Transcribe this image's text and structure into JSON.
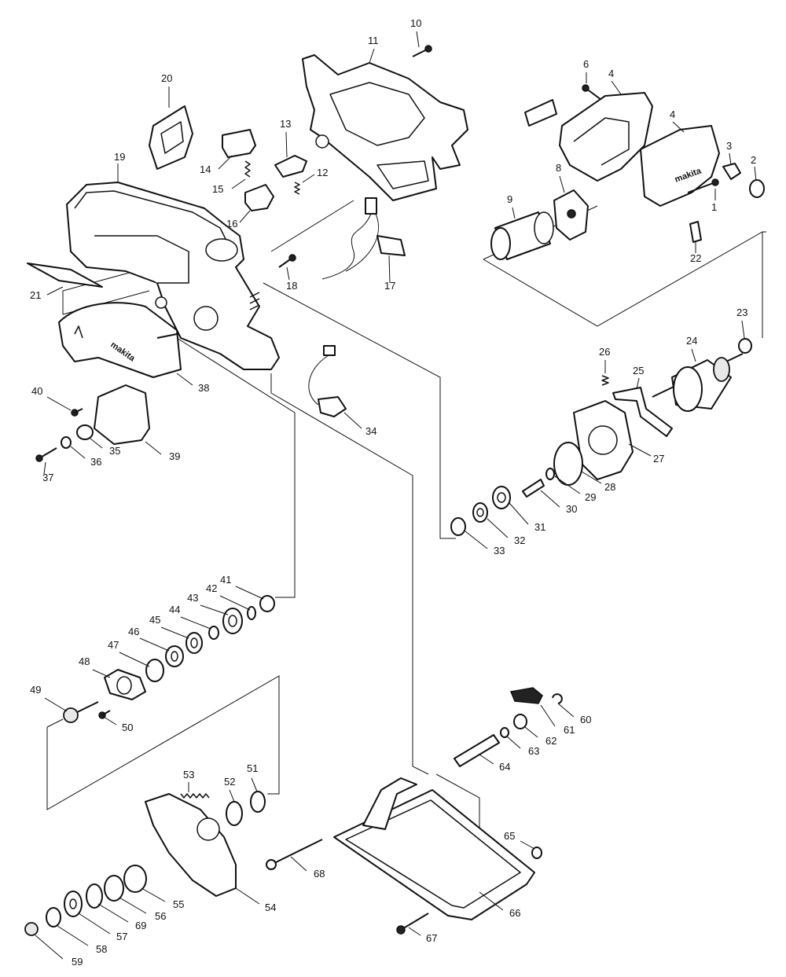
{
  "callouts": [
    {
      "n": "1"
    },
    {
      "n": "2"
    },
    {
      "n": "3"
    },
    {
      "n": "4"
    },
    {
      "n": "4"
    },
    {
      "n": "6"
    },
    {
      "n": "8"
    },
    {
      "n": "9"
    },
    {
      "n": "10"
    },
    {
      "n": "11"
    },
    {
      "n": "12"
    },
    {
      "n": "13"
    },
    {
      "n": "14"
    },
    {
      "n": "15"
    },
    {
      "n": "16"
    },
    {
      "n": "17"
    },
    {
      "n": "18"
    },
    {
      "n": "19"
    },
    {
      "n": "20"
    },
    {
      "n": "21"
    },
    {
      "n": "22"
    },
    {
      "n": "23"
    },
    {
      "n": "24"
    },
    {
      "n": "25"
    },
    {
      "n": "26"
    },
    {
      "n": "27"
    },
    {
      "n": "28"
    },
    {
      "n": "29"
    },
    {
      "n": "30"
    },
    {
      "n": "31"
    },
    {
      "n": "32"
    },
    {
      "n": "33"
    },
    {
      "n": "34"
    },
    {
      "n": "35"
    },
    {
      "n": "36"
    },
    {
      "n": "37"
    },
    {
      "n": "38"
    },
    {
      "n": "39"
    },
    {
      "n": "40"
    },
    {
      "n": "41"
    },
    {
      "n": "42"
    },
    {
      "n": "43"
    },
    {
      "n": "44"
    },
    {
      "n": "45"
    },
    {
      "n": "46"
    },
    {
      "n": "47"
    },
    {
      "n": "48"
    },
    {
      "n": "49"
    },
    {
      "n": "50"
    },
    {
      "n": "51"
    },
    {
      "n": "52"
    },
    {
      "n": "53"
    },
    {
      "n": "54"
    },
    {
      "n": "55"
    },
    {
      "n": "56"
    },
    {
      "n": "57"
    },
    {
      "n": "58"
    },
    {
      "n": "59"
    },
    {
      "n": "60"
    },
    {
      "n": "61"
    },
    {
      "n": "62"
    },
    {
      "n": "63"
    },
    {
      "n": "64"
    },
    {
      "n": "65"
    },
    {
      "n": "66"
    },
    {
      "n": "67"
    },
    {
      "n": "68"
    },
    {
      "n": "69"
    }
  ],
  "brand_marks": {
    "guard_brand": "makita",
    "housing_brand": "makita"
  }
}
